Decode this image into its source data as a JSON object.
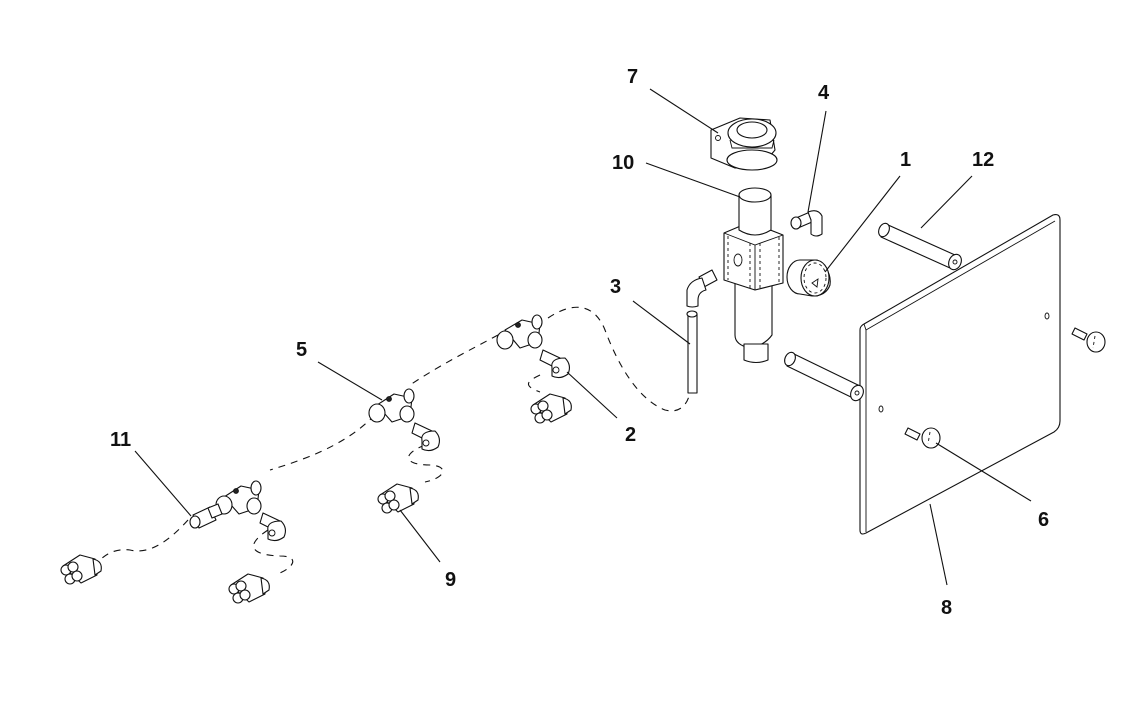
{
  "diagram": {
    "type": "exploded-parts-assembly",
    "description": "Pneumatic filter-regulator mounting assembly with tubing and push-in fittings",
    "callouts": [
      {
        "id": "1",
        "label": "1",
        "part": "pressure-gauge"
      },
      {
        "id": "2",
        "label": "2",
        "part": "elbow-fitting"
      },
      {
        "id": "3",
        "label": "3",
        "part": "tube"
      },
      {
        "id": "4",
        "label": "4",
        "part": "elbow-fitting"
      },
      {
        "id": "5",
        "label": "5",
        "part": "tee-fitting"
      },
      {
        "id": "6",
        "label": "6",
        "part": "thumb-screw"
      },
      {
        "id": "7",
        "label": "7",
        "part": "mounting-bracket-nut"
      },
      {
        "id": "8",
        "label": "8",
        "part": "mounting-plate"
      },
      {
        "id": "9",
        "label": "9",
        "part": "manifold-connector"
      },
      {
        "id": "10",
        "label": "10",
        "part": "filter-regulator"
      },
      {
        "id": "11",
        "label": "11",
        "part": "straight-fitting"
      },
      {
        "id": "12",
        "label": "12",
        "part": "standoff"
      }
    ]
  }
}
